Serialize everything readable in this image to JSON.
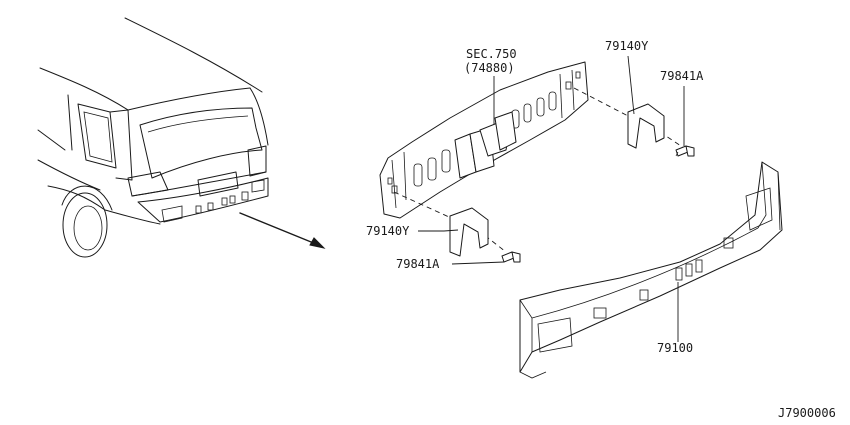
{
  "diagram": {
    "labels": {
      "sec_ref": "SEC.750",
      "sec_sub": "(74880)",
      "bracket_upper": "79140Y",
      "bolt_upper": "79841A",
      "bracket_lower": "79140Y",
      "bolt_lower": "79841A",
      "bar": "79100",
      "drawing_id": "J7900006"
    }
  }
}
